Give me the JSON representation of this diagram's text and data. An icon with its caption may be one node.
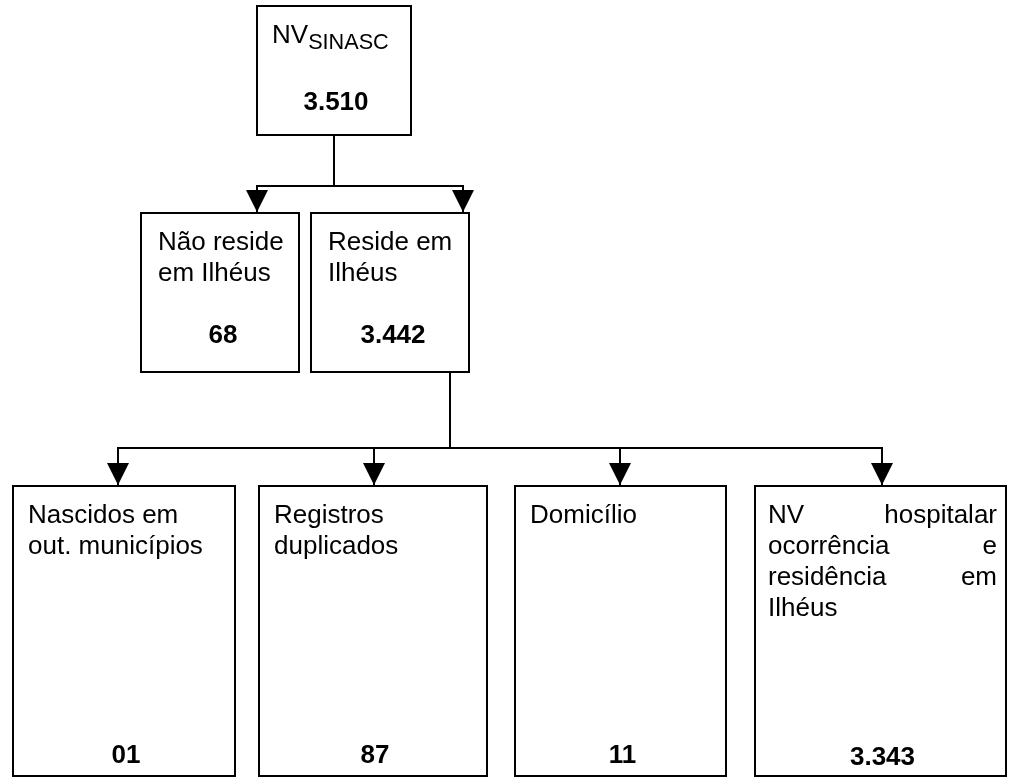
{
  "diagram": {
    "nodes": [
      {
        "text": [
          "NV$_{SINASC}$",
          "3.510"
        ]
      },
      {
        "text": [
          "Não reside em Ilhéus",
          "68"
        ]
      },
      {
        "text": [
          "Reside em Ilhéus",
          "3.442"
        ]
      },
      {
        "text": [
          "Nascidos em out. municípios",
          "01"
        ]
      },
      {
        "text": [
          "Registros duplicados",
          "87"
        ]
      },
      {
        "text": [
          "Domicílio",
          "11"
        ]
      },
      {
        "text": [
          "NV hospitalar ocorrência e residência em Ilhéus",
          "3.343"
        ]
      }
    ],
    "edges": [
      {
        "from": 0,
        "to": 1,
        "arrow": "to"
      },
      {
        "from": 0,
        "to": 2,
        "arrow": "to"
      },
      {
        "from": 2,
        "to": 3,
        "arrow": "to"
      },
      {
        "from": 2,
        "to": 4,
        "arrow": "to"
      },
      {
        "from": 2,
        "to": 5,
        "arrow": "to"
      },
      {
        "from": 2,
        "to": 6,
        "arrow": "to"
      }
    ]
  }
}
